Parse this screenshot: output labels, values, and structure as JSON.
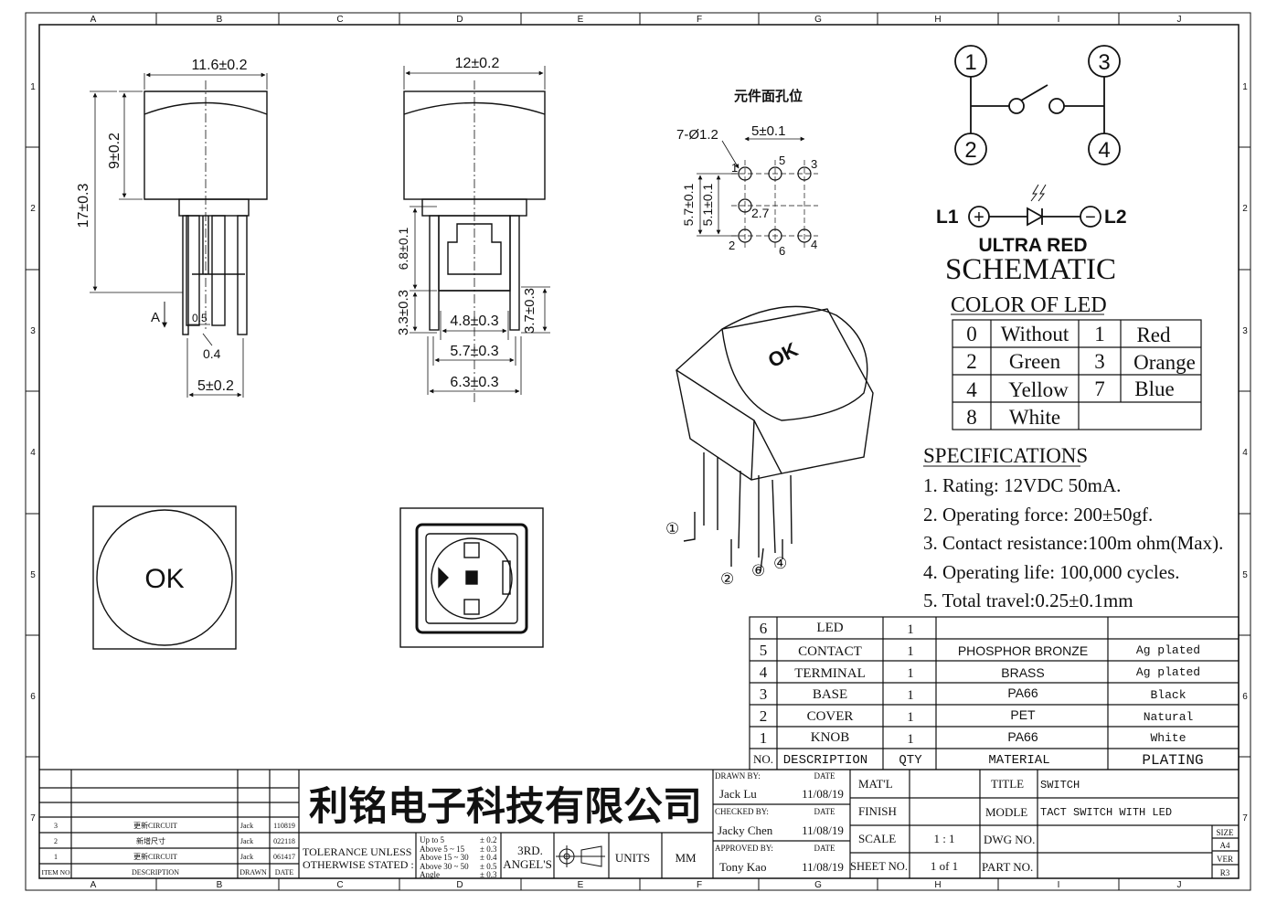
{
  "border": {
    "cols": [
      "A",
      "B",
      "C",
      "D",
      "E",
      "F",
      "G",
      "H",
      "I",
      "J"
    ],
    "rows": [
      "1",
      "2",
      "3",
      "4",
      "5",
      "6",
      "7"
    ]
  },
  "side_view": {
    "width": "11.6±0.2",
    "cap_height": "9±0.2",
    "total_height": "17±0.3",
    "pin_a": "A",
    "pin_gap": "0.5",
    "pin_width": "0.4",
    "pin_pitch": "5±0.2"
  },
  "front_view": {
    "width": "12±0.2",
    "body_height": "6.8±0.1",
    "lower_height": "3.3±0.3",
    "inner": "4.8±0.3",
    "mid": "5.7±0.3",
    "outer": "6.3±0.3",
    "right_height": "3.7±0.3"
  },
  "hole_layout": {
    "title": "元件面孔位",
    "hole_dia": "7-Ø1.2",
    "pitch_x": "5±0.1",
    "pitch_y1": "5.7±0.1",
    "pitch_y2": "5.1±0.1",
    "offset": "2.7",
    "labels": [
      "1",
      "3",
      "5",
      "2",
      "6",
      "4"
    ]
  },
  "iso_view": {
    "cap_text": "OK",
    "pins": [
      "①",
      "②",
      "⑥",
      "④"
    ]
  },
  "top_view": {
    "cap_text": "OK"
  },
  "schematic": {
    "t1": "1",
    "t2": "2",
    "t3": "3",
    "t4": "4",
    "l1": "L1",
    "l2": "L2",
    "plus": "+",
    "minus": "−",
    "led_name": "ULTRA  RED",
    "title": "SCHEMATIC"
  },
  "led_colors": {
    "title": "COLOR OF LED",
    "rows": [
      [
        "0",
        "Without",
        "1",
        "Red"
      ],
      [
        "2",
        "Green",
        "3",
        "Orange"
      ],
      [
        "4",
        "Yellow",
        "7",
        "Blue"
      ],
      [
        "8",
        "White",
        "",
        ""
      ]
    ]
  },
  "specs": {
    "title": "SPECIFICATIONS",
    "items": [
      "1. Rating: 12VDC 50mA.",
      "2. Operating force: 200±50gf.",
      "3. Contact resistance:100m ohm(Max).",
      "4. Operating life: 100,000 cycles.",
      "5. Total travel:0.25±0.1mm"
    ]
  },
  "bom": {
    "header": [
      "NO.",
      "DESCRIPTION",
      "QTY",
      "MATERIAL",
      "PLATING"
    ],
    "rows": [
      [
        "6",
        "LED",
        "1",
        "",
        ""
      ],
      [
        "5",
        "CONTACT",
        "1",
        "PHOSPHOR BRONZE",
        "Ag plated"
      ],
      [
        "4",
        "TERMINAL",
        "1",
        "BRASS",
        "Ag plated"
      ],
      [
        "3",
        "BASE",
        "1",
        "PA66",
        "Black"
      ],
      [
        "2",
        "COVER",
        "1",
        "PET",
        "Natural"
      ],
      [
        "1",
        "KNOB",
        "1",
        "PA66",
        "White"
      ]
    ]
  },
  "revisions": {
    "rows": [
      [
        "3",
        "更新CIRCUIT",
        "Jack",
        "110819"
      ],
      [
        "2",
        "新增尺寸",
        "Jack",
        "022118"
      ],
      [
        "1",
        "更新CIRCUIT",
        "Jack",
        "061417"
      ]
    ],
    "header": [
      "ITEM NO",
      "DESCRIPTION",
      "DRAWN",
      "DATE"
    ]
  },
  "title_block": {
    "company": "利铭电子科技有限公司",
    "tolerance_label_1": "TOLERANCE UNLESS",
    "tolerance_label_2": "OTHERWISE STATED :",
    "tol_ranges": [
      "Up  to  5",
      "Above 5  ~ 15",
      "Above 15 ~ 30",
      "Above 30 ~ 50",
      "Angle"
    ],
    "tol_values": [
      "± 0.2",
      "± 0.3",
      "± 0.4",
      "± 0.5",
      "± 0.3"
    ],
    "angle_1": "3RD.",
    "angle_2": "ANGEL'S",
    "units_label": "UNITS",
    "units_value": "MM",
    "drawn_by_label": "DRAWN BY:",
    "drawn_by": "Jack  Lu",
    "checked_by_label": "CHECKED BY:",
    "checked_by": "Jacky Chen",
    "approved_by_label": "APPROVED BY:",
    "approved_by": "Tony Kao",
    "date_label": "DATE",
    "date_drawn": "11/08/19",
    "date_checked": "11/08/19",
    "date_approved": "11/08/19",
    "matl_label": "MAT'L",
    "finish_label": "FINISH",
    "scale_label": "SCALE",
    "scale_value": "1 : 1",
    "sheet_label": "SHEET NO.",
    "sheet_value": "1 of 1",
    "title_label": "TITLE",
    "title_value": "SWITCH",
    "model_label": "MODLE",
    "model_value": "TACT  SWITCH  WITH  LED",
    "dwg_label": "DWG NO.",
    "part_label": "PART NO.",
    "size_label": "SIZE",
    "size_value": "A4",
    "ver_label": "VER",
    "ver_value": "R3"
  }
}
